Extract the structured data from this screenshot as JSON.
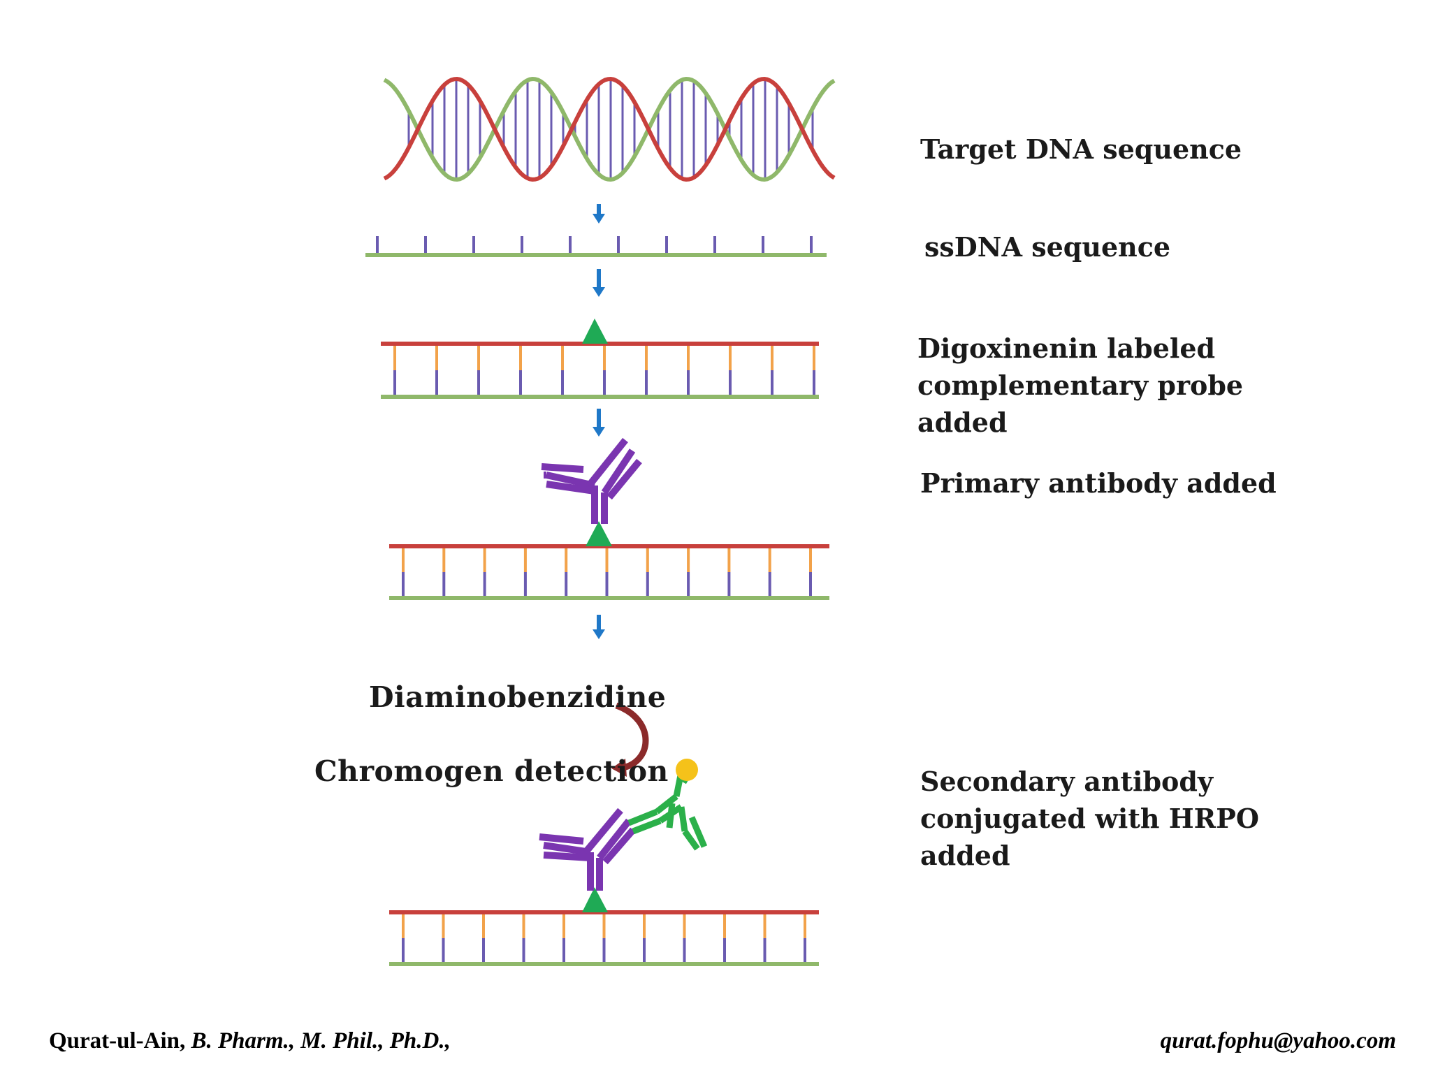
{
  "steps": [
    {
      "label": "Target DNA sequence"
    },
    {
      "label": "ssDNA sequence"
    },
    {
      "label_lines": [
        "Digoxinenin labeled",
        "complementary probe",
        "added"
      ]
    },
    {
      "label": "Primary antibody added"
    },
    {
      "label_lines": [
        "Secondary antibody",
        "conjugated with HRPO",
        "added"
      ]
    }
  ],
  "reaction": {
    "substrate": "Diaminobenzidine",
    "detection": "Chromogen detection"
  },
  "footer": {
    "author": "Qurat-ul-Ain,",
    "credentials": "B. Pharm., M. Phil., Ph.D.,",
    "email": "qurat.fophu@yahoo.com"
  },
  "colors": {
    "strand_green": "#8fb86a",
    "strand_red": "#c8403c",
    "base_purple": "#6a5bb0",
    "base_orange": "#f2a24a",
    "arrow_blue": "#1f78c8",
    "curved_arrow": "#8b2a2a",
    "digoxigenin": "#1faa55",
    "primary_antibody": "#7a35b0",
    "secondary_antibody": "#2bb04a",
    "hrpo": "#f5c21a"
  }
}
